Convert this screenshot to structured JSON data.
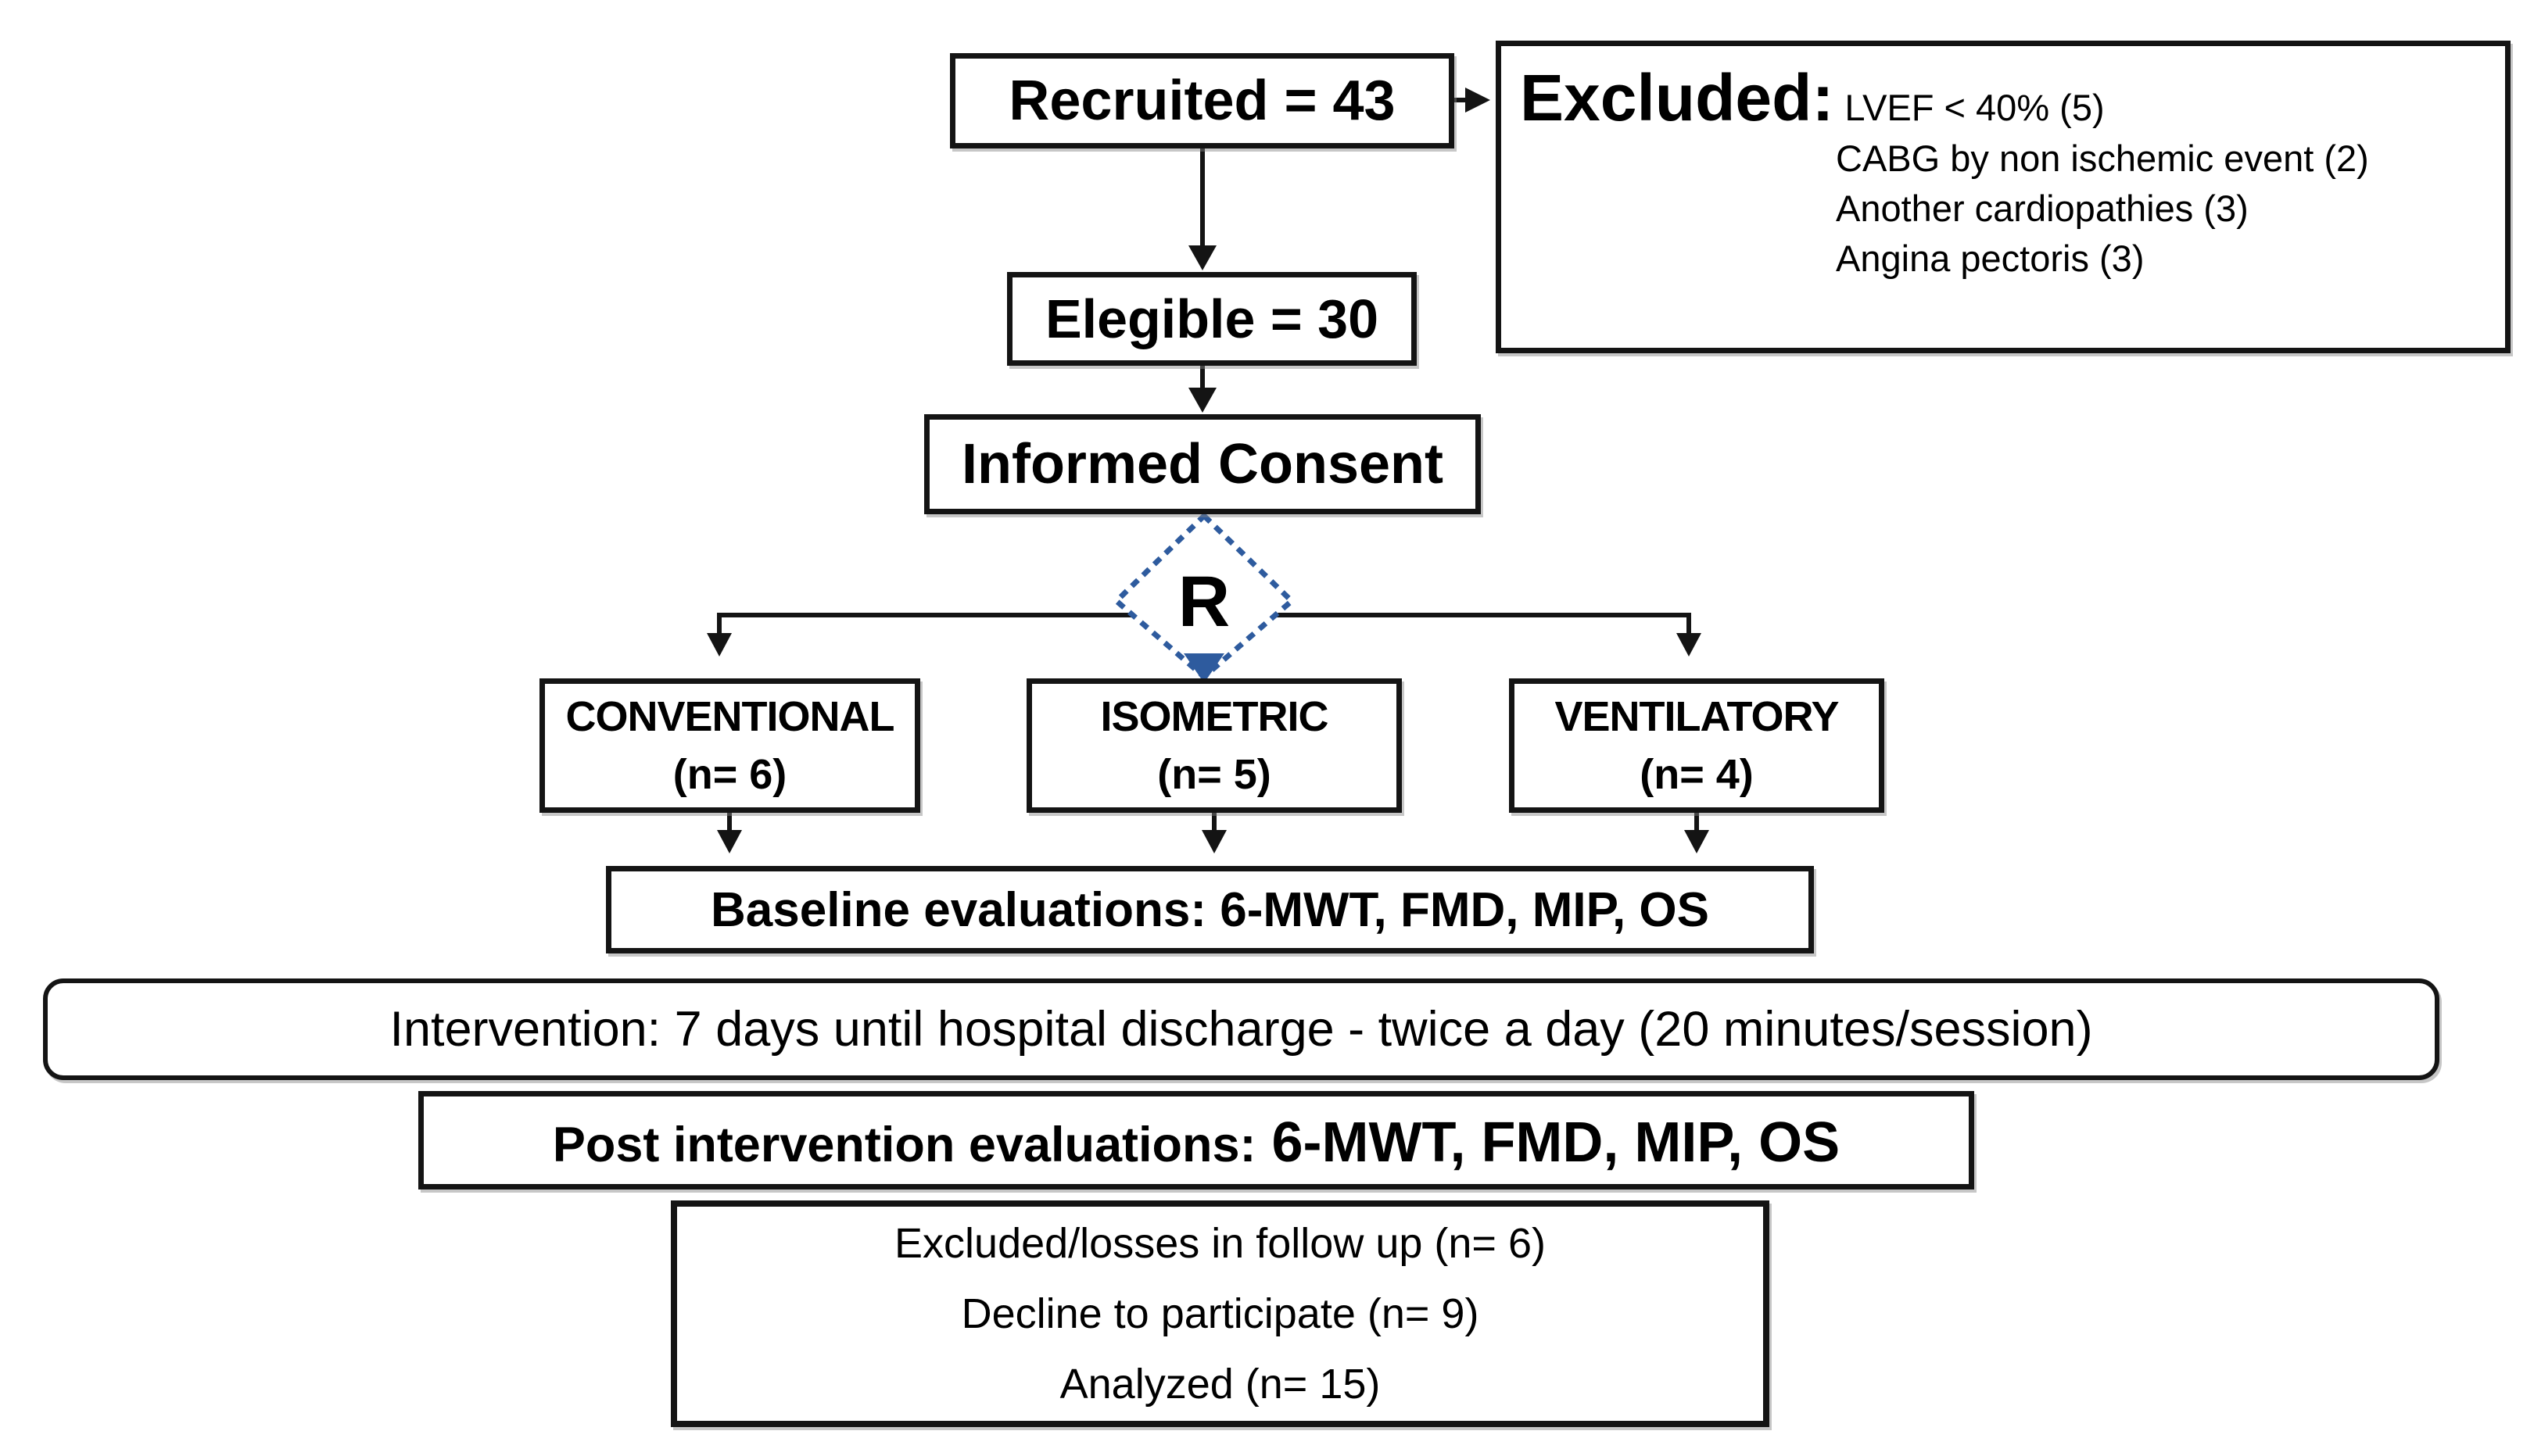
{
  "recruited": {
    "label": "Recruited = 43"
  },
  "excluded": {
    "title": "Excluded:",
    "items": [
      "LVEF < 40% (5)",
      "CABG by non ischemic event (2)",
      "Another cardiopathies (3)",
      "Angina pectoris (3)"
    ]
  },
  "eligible": {
    "label": "Elegible = 30"
  },
  "informed_consent": {
    "label": "Informed Consent"
  },
  "randomization": {
    "label": "R"
  },
  "groups": [
    {
      "name": "CONVENTIONAL",
      "n": "(n= 6)"
    },
    {
      "name": "ISOMETRIC",
      "n": "(n= 5)"
    },
    {
      "name": "VENTILATORY",
      "n": "(n= 4)"
    }
  ],
  "baseline": {
    "label": "Baseline evaluations: 6-MWT, FMD, MIP, OS"
  },
  "intervention": {
    "label": "Intervention: 7 days until hospital discharge - twice a day (20 minutes/session)"
  },
  "post_intervention": {
    "label": "Post intervention evaluations:",
    "acronyms": "6-MWT, FMD, MIP, OS"
  },
  "follow_up": {
    "lines": [
      "Excluded/losses in follow up (n= 6)",
      "Decline to participate (n= 9)",
      "Analyzed (n= 15)"
    ]
  },
  "colors": {
    "line": "#141414",
    "randomization_blue": "#2e5b9e",
    "background": "#ffffff",
    "text": "#000000"
  }
}
